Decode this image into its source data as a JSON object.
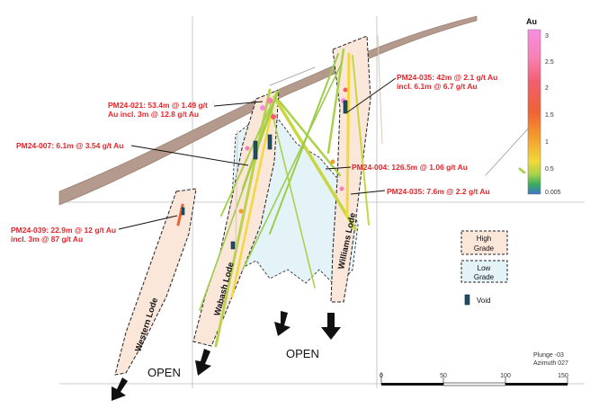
{
  "callouts": {
    "pm24_021": {
      "line1": "PM24-021: 53.4m @ 1.49 g/t",
      "line2": "Au incl. 3m @ 12.8 g/t Au"
    },
    "pm24_007": {
      "line1": "PM24-007: 6.1m @ 3.54 g/t Au"
    },
    "pm24_039": {
      "line1": "PM24-039: 22.9m @ 12 g/t Au",
      "line2": "incl. 3m @ 87 g/t Au"
    },
    "pm24_035_top": {
      "line1": "PM24-035: 42m @ 2.1 g/t Au",
      "line2": "incl. 6.1m @ 6.7 g/t Au"
    },
    "pm24_004": {
      "line1": "PM24-004: 126.5m @ 1.06 g/t Au"
    },
    "pm24_035_low": {
      "line1": "PM24-035: 7.6m @ 2.2 g/t Au"
    }
  },
  "lodes": {
    "western": "Western Lode",
    "wabash": "Wabash Lode",
    "williams": "Williams Lode"
  },
  "open_labels": {
    "left": "OPEN",
    "middle": "OPEN"
  },
  "legend": {
    "high_line1": "High",
    "high_line2": "Grade",
    "low_line1": "Low",
    "low_line2": "Grade",
    "void": "Void"
  },
  "colorbar": {
    "title": "Au",
    "ticks": [
      "3",
      "2.5",
      "2",
      "1.5",
      "1",
      "0.5",
      "0.005"
    ],
    "colors": [
      "#f98ee0",
      "#f77fb1",
      "#f25d6e",
      "#f06234",
      "#f59b2c",
      "#f2d83b",
      "#a9d24a",
      "#38ad5a",
      "#3f74c9"
    ]
  },
  "view": {
    "plunge": "Plunge -03",
    "azimuth": "Azimuth 027"
  },
  "scale_bar": {
    "labels": [
      "0",
      "50",
      "100",
      "150"
    ]
  },
  "colors": {
    "callout": "#e3262b",
    "surface": "#b49a8c",
    "high_fill": "#fbe6da",
    "low_fill": "#e3f3f8"
  }
}
